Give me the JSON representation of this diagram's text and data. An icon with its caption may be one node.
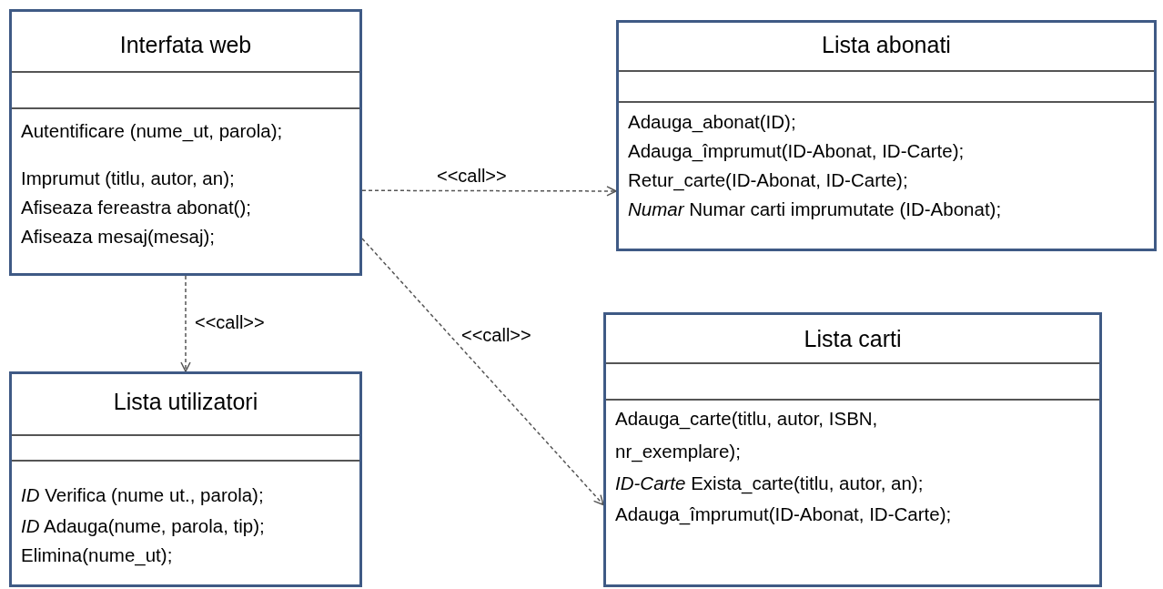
{
  "diagram": {
    "nodes": [
      {
        "text": [
          "Interfata web",
          "Autentificare (nume_ut, parola);",
          "Imprumut (titlu, autor, an);",
          "Afiseaza fereastra abonat();",
          "Afiseaza mesaj(mesaj);"
        ]
      },
      {
        "text": [
          "Lista abonati",
          "Adauga_abonat(ID);",
          "Adauga_împrumut(ID-Abonat, ID-Carte);",
          "Retur_carte(ID-Abonat, ID-Carte);",
          "*Numar* Numar carti imprumutate (ID-Abonat);"
        ]
      },
      {
        "text": [
          "Lista utilizatori",
          "*ID* Verifica (nume ut., parola);",
          "*ID* Adauga(nume, parola, tip);",
          "Elimina(nume_ut);"
        ]
      },
      {
        "text": [
          "Lista carti",
          "Adauga_carte(titlu, autor, ISBN, nr_exemplare);",
          "*ID-Carte* Exista_carte(titlu, autor, an);",
          "Adauga_împrumut(ID-Abonat, ID-Carte);"
        ]
      }
    ],
    "edges": [
      {
        "from": 0,
        "to": 1,
        "arrow": "to",
        "style": "dashed",
        "label": "<<call>>"
      },
      {
        "from": 0,
        "to": 2,
        "arrow": "to",
        "style": "dashed",
        "label": "<<call>>"
      },
      {
        "from": 0,
        "to": 3,
        "arrow": "to",
        "style": "dashed",
        "label": "<<call>>"
      }
    ]
  }
}
